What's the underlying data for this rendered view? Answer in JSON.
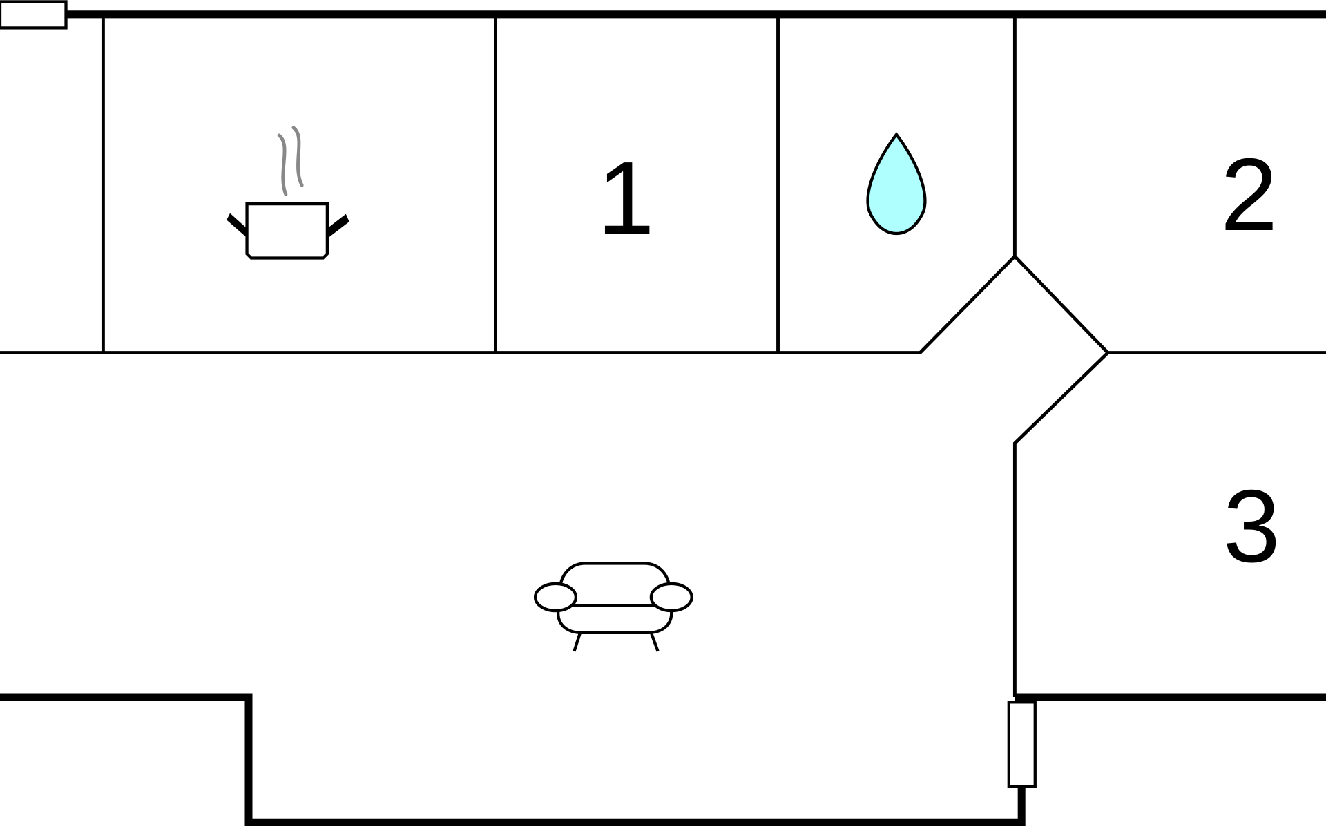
{
  "floorplan": {
    "rooms": [
      {
        "id": "kitchen",
        "icon": "cooking-pot-icon"
      },
      {
        "id": "bedroom-1",
        "label": "1"
      },
      {
        "id": "bathroom",
        "icon": "water-drop-icon"
      },
      {
        "id": "bedroom-2",
        "label": "2"
      },
      {
        "id": "bedroom-3",
        "label": "3"
      },
      {
        "id": "living-room",
        "icon": "sofa-icon"
      }
    ],
    "colors": {
      "wall": "#000000",
      "water": "#b0ffff",
      "steam": "#888888"
    }
  }
}
